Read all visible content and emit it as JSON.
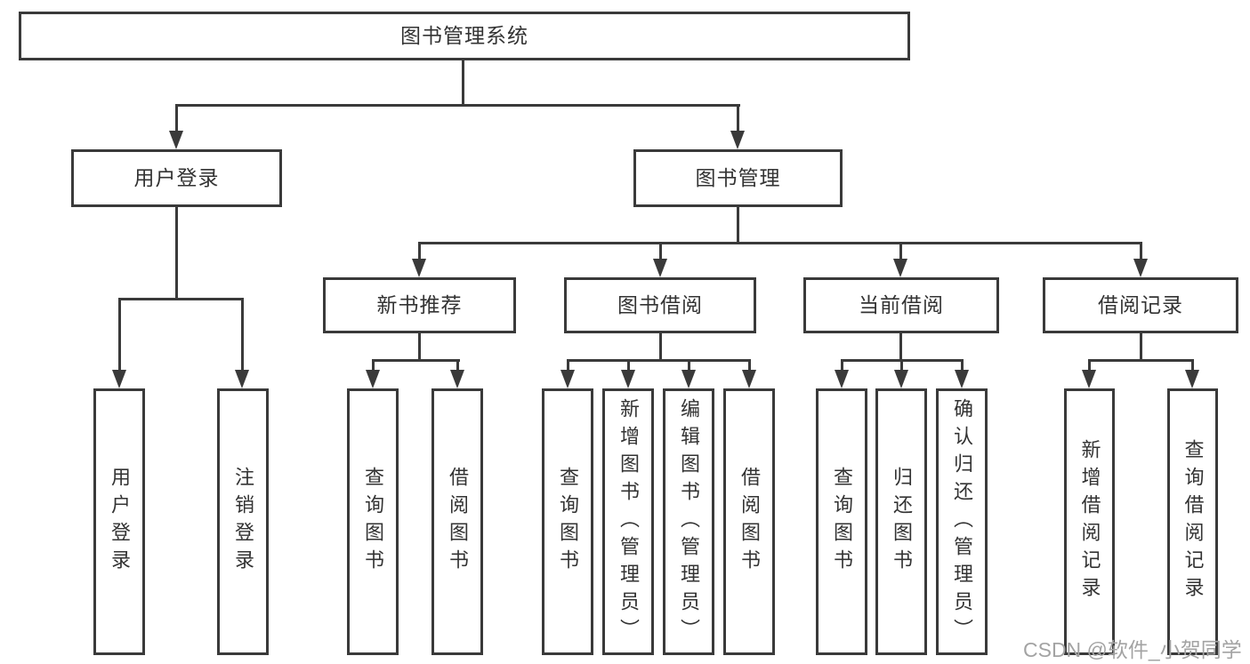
{
  "diagram": {
    "root": {
      "label": "图书管理系统"
    },
    "branches": [
      {
        "label": "用户登录",
        "children": [
          {
            "label": "用户登录"
          },
          {
            "label": "注销登录"
          }
        ]
      },
      {
        "label": "图书管理",
        "children": [
          {
            "label": "新书推荐",
            "children": [
              {
                "label": "查询图书"
              },
              {
                "label": "借阅图书"
              }
            ]
          },
          {
            "label": "图书借阅",
            "children": [
              {
                "label": "查询图书"
              },
              {
                "label": "新增图书（管理员）"
              },
              {
                "label": "编辑图书（管理员）"
              },
              {
                "label": "借阅图书"
              }
            ]
          },
          {
            "label": "当前借阅",
            "children": [
              {
                "label": "查询图书"
              },
              {
                "label": "归还图书"
              },
              {
                "label": "确认归还（管理员）"
              }
            ]
          },
          {
            "label": "借阅记录",
            "children": [
              {
                "label": "新增借阅记录"
              },
              {
                "label": "查询借阅记录"
              }
            ]
          }
        ]
      }
    ]
  },
  "watermark": {
    "text": "CSDN @软件_小贺同学"
  },
  "colors": {
    "line": "#3a3a3a",
    "text": "#333333",
    "watermark": "#a3a3a3",
    "background": "#ffffff"
  }
}
